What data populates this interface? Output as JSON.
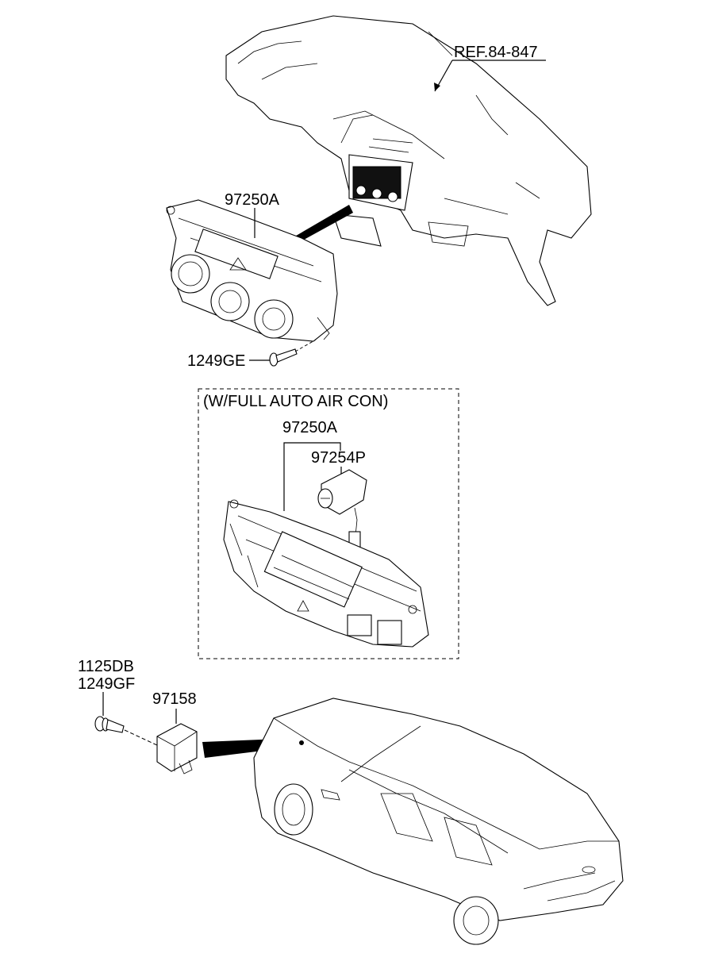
{
  "labels": {
    "ref": "REF.84-847",
    "heater_control": "97250A",
    "screw": "1249GE",
    "auto_aircon_note": "(W/FULL AUTO AIR CON)",
    "auto_control": "97250A",
    "sensor": "97254P",
    "bolt_a": "1125DB",
    "bolt_b": "1249GF",
    "module": "97158"
  }
}
